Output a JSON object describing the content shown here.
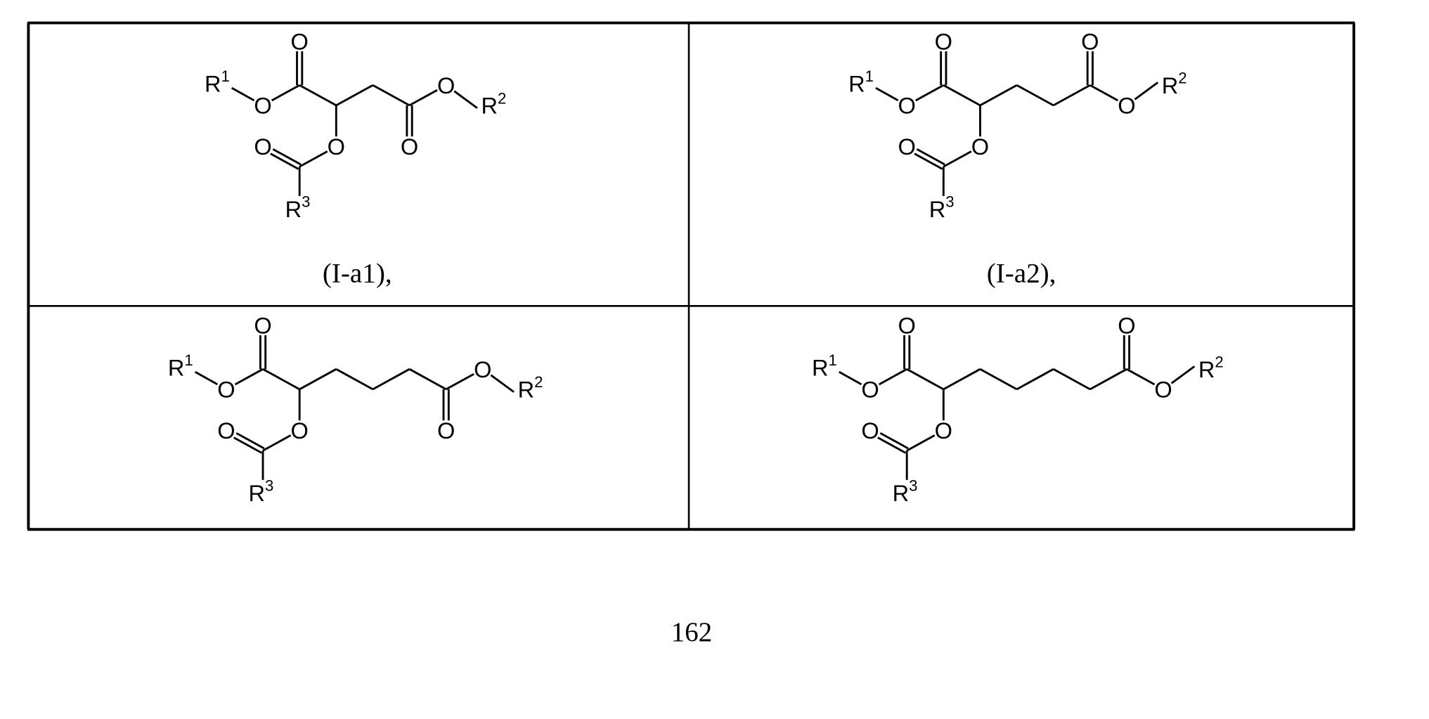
{
  "page_number": "162",
  "atoms": {
    "oxygen": "O",
    "r_symbol": "R",
    "r1_index": "1",
    "r2_index": "2",
    "r3_index": "3"
  },
  "table": {
    "cells": [
      {
        "compound_label": "(I-a1),",
        "methylene_count": 1
      },
      {
        "compound_label": "(I-a2),",
        "methylene_count": 2
      },
      {
        "compound_label": "",
        "methylene_count": 3
      },
      {
        "compound_label": "",
        "methylene_count": 4
      }
    ]
  }
}
